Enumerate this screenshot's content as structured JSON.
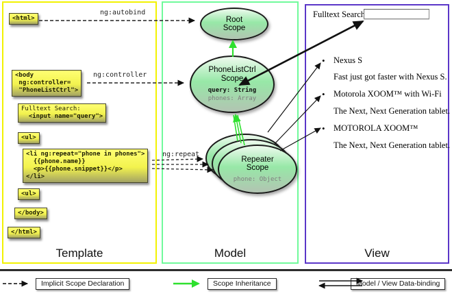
{
  "colors": {
    "template_border": "#F2F200",
    "model_border": "#70FA9B",
    "view_border": "#5A36C8",
    "inheritance_arrow_green": "#2EE02E",
    "code_box_yellow": "#F2F24E"
  },
  "template_panel": {
    "title": "Template",
    "html_open": "<html>",
    "body_open": "<body\n ng:controller=\n \"PhoneListCtrl\">",
    "fulltext_label": "Fulltext Search:",
    "fulltext_input": "  <input name=\"query\">",
    "ul_open": "<ul>",
    "li_block": "<li ng:repeat=\"phone in phones\">\n  {{phone.name}}\n  <p>{{phone.snippet}}</p>\n</li>",
    "ul_close": "<ul>",
    "body_close": "</body>",
    "html_close": "</html>"
  },
  "model_panel": {
    "title": "Model",
    "autobind_label": "ng:autobind",
    "controller_label": "ng:controller",
    "repeat_label": "ng:repeat",
    "root_scope": {
      "title": "Root Scope"
    },
    "phonelist_scope": {
      "title": "PhoneListCtrl Scope",
      "query": "query: String",
      "phones": "phones: Array"
    },
    "repeater_scope": {
      "title": "Repeater Scope",
      "phone": "phone: Object"
    }
  },
  "view_panel": {
    "title": "View",
    "search_label": "Fulltext Search:",
    "bullet": "•",
    "items": [
      {
        "title": "Nexus S",
        "desc": "Fast just got faster with Nexus S."
      },
      {
        "title": "Motorola XOOM™ with Wi-Fi",
        "desc": "The Next, Next Generation tablet."
      },
      {
        "title": "MOTOROLA XOOM™",
        "desc": "The Next, Next Generation tablet."
      }
    ]
  },
  "legend": {
    "implicit": "Implicit Scope Declaration",
    "inheritance": "Scope Inheritance",
    "binding": "Model / View Data-binding"
  }
}
